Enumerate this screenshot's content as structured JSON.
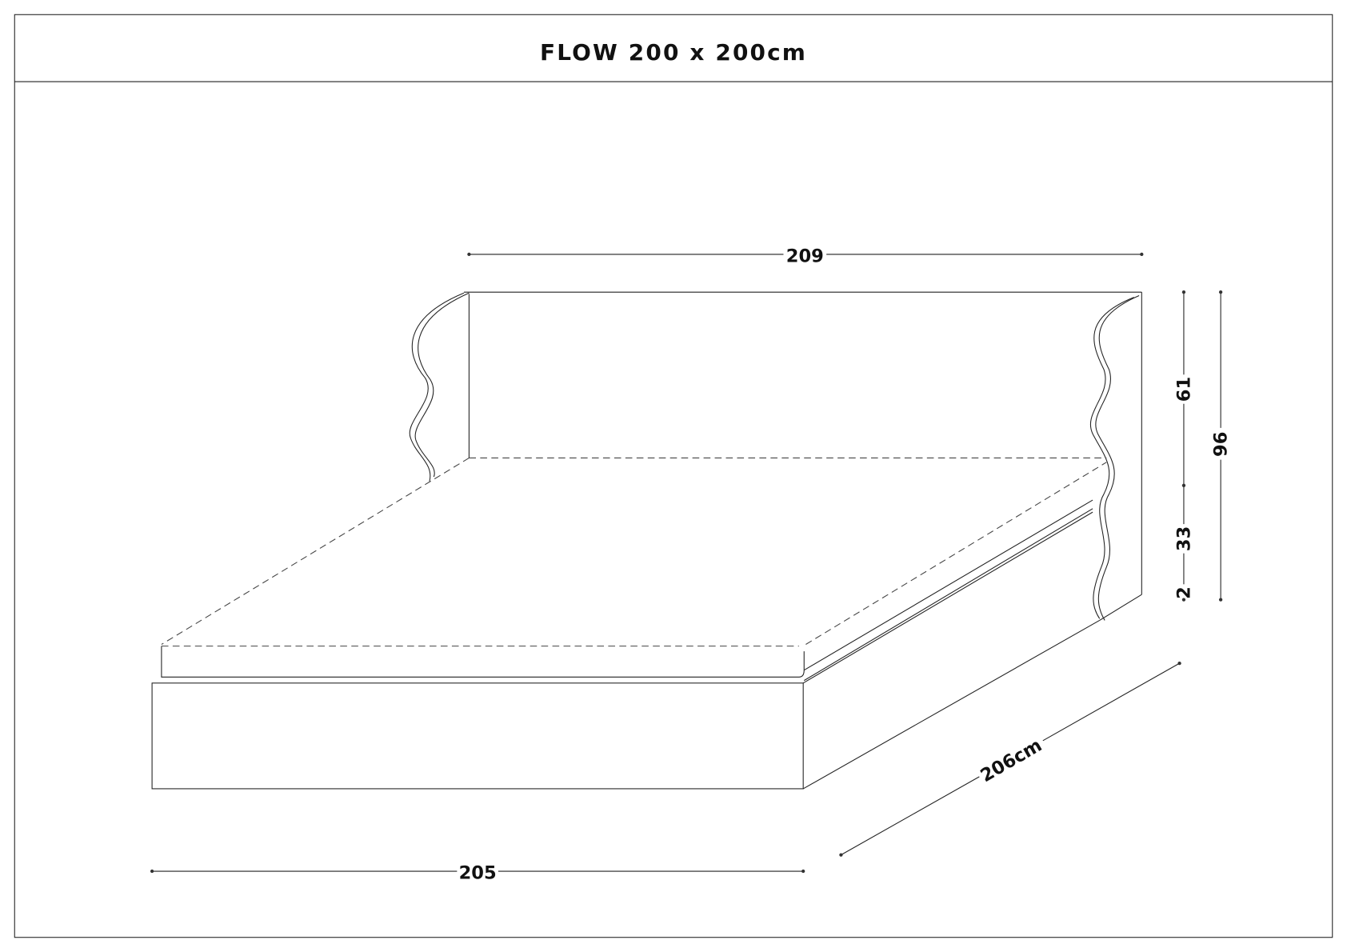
{
  "title": "FLOW 200 x 200cm",
  "dimensions": {
    "headboard_width": "209",
    "base_width": "205",
    "length": "206cm",
    "headboard_height": "61",
    "base_height": "33",
    "leg_height": "2",
    "total_height": "96"
  }
}
